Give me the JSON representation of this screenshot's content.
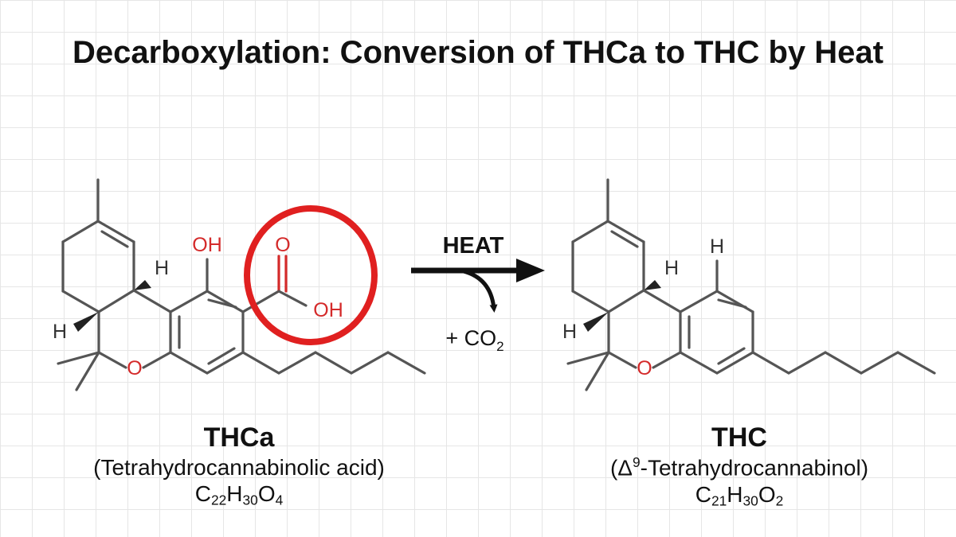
{
  "title": "Decarboxylation: Conversion of THCa to THC by Heat",
  "reaction": {
    "arrow_label": "HEAT",
    "byproduct_prefix": "+ CO",
    "byproduct_sub": "2"
  },
  "atoms": {
    "oh": "OH",
    "o": "O",
    "h": "H"
  },
  "reactant": {
    "name": "THCa",
    "full_name": "(Tetrahydrocannabinolic acid)",
    "formula": [
      {
        "t": "C",
        "s": "22"
      },
      {
        "t": "H",
        "s": "30"
      },
      {
        "t": "O",
        "s": "4"
      }
    ]
  },
  "product": {
    "name": "THC",
    "full_name_prefix": "(Δ",
    "full_name_sup": "9",
    "full_name_suffix": "-Tetrahydrocannabinol)",
    "formula": [
      {
        "t": "C",
        "s": "21"
      },
      {
        "t": "H",
        "s": "30"
      },
      {
        "t": "O",
        "s": "2"
      }
    ]
  },
  "colors": {
    "bond": "#555555",
    "heteroatom": "#d42a2a",
    "highlight_circle": "#e02020",
    "arrow": "#111111"
  }
}
